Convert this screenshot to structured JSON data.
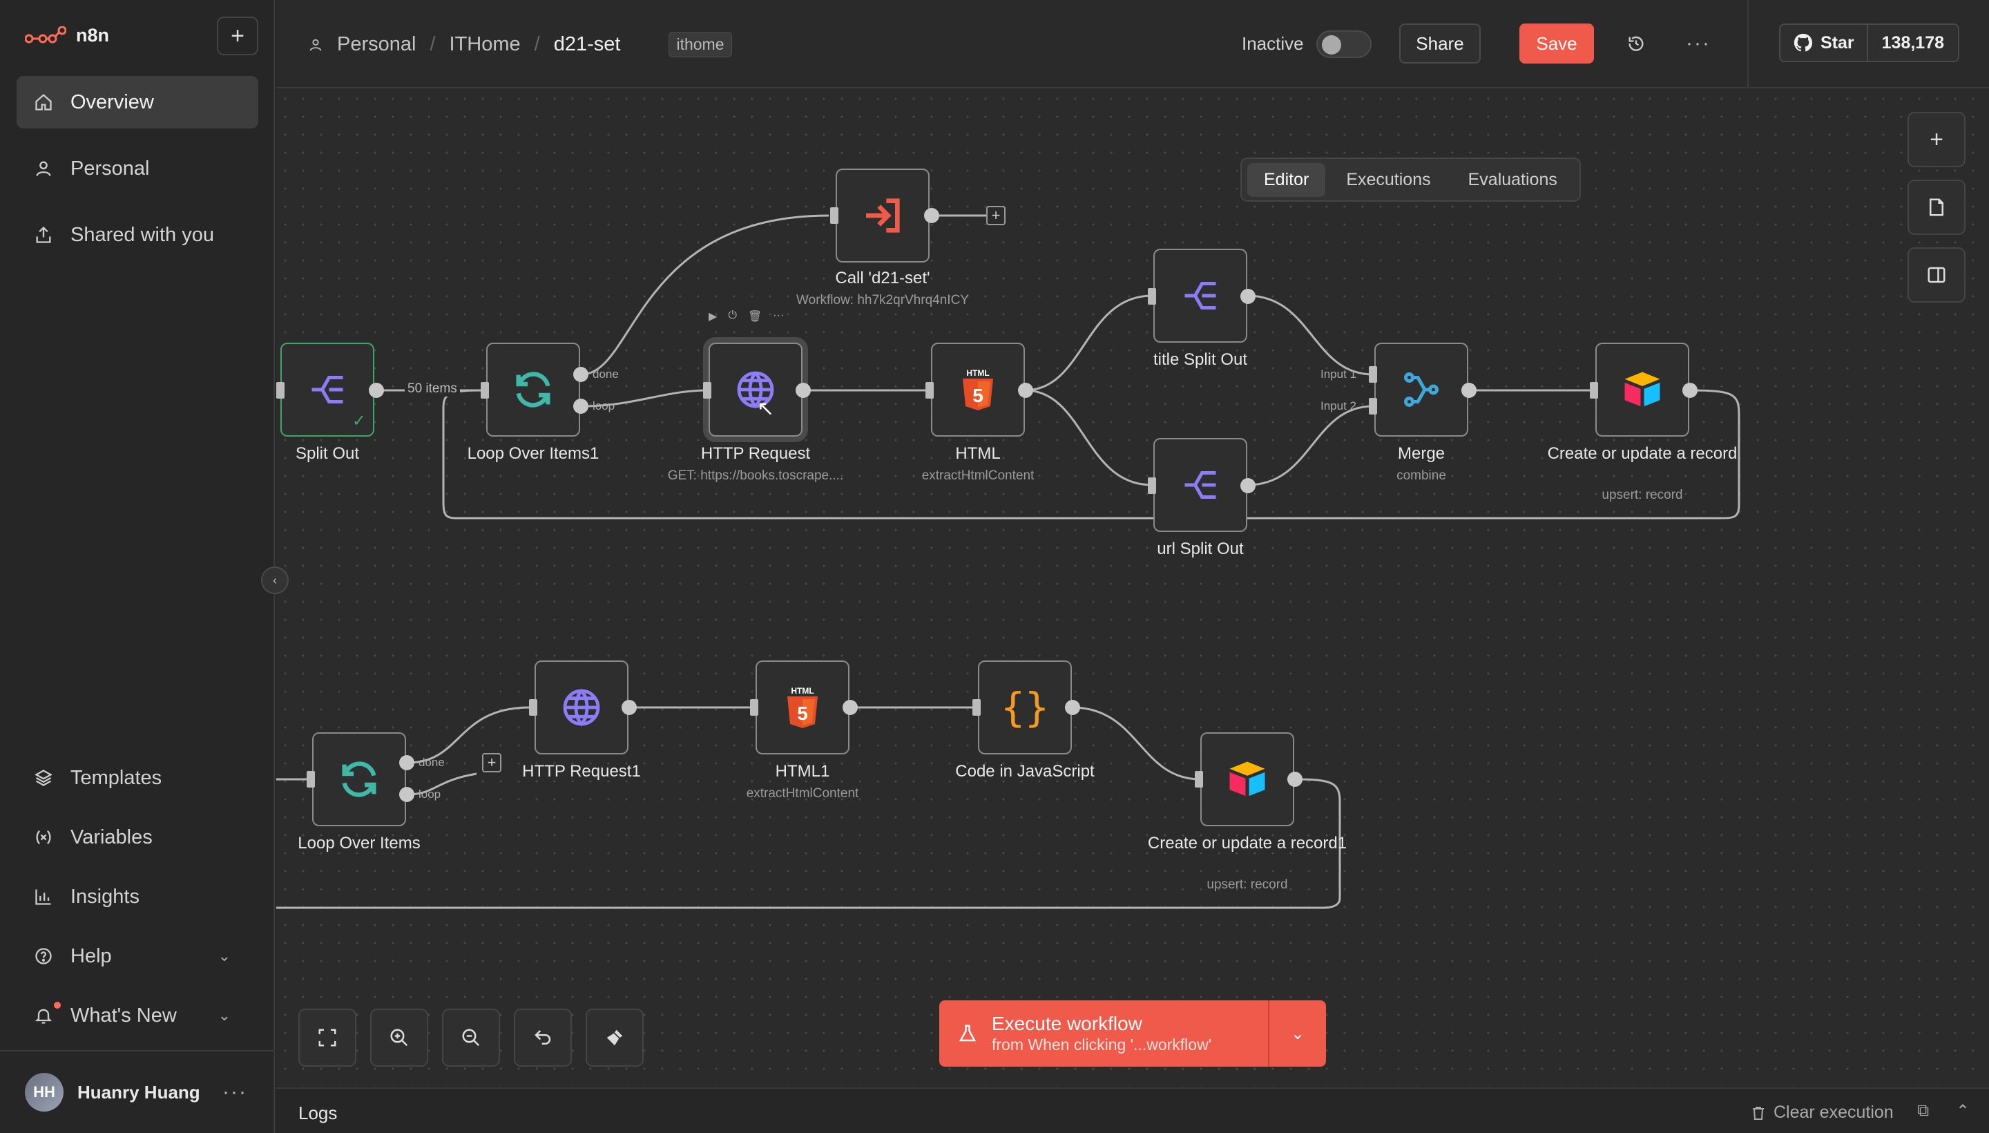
{
  "app": {
    "name": "n8n"
  },
  "sidebar": {
    "new_label": "+",
    "top_items": [
      {
        "label": "Overview",
        "icon": "home-icon"
      },
      {
        "label": "Personal",
        "icon": "user-icon"
      },
      {
        "label": "Shared with you",
        "icon": "share-icon"
      }
    ],
    "bottom_items": [
      {
        "label": "Templates",
        "icon": "templates-icon"
      },
      {
        "label": "Variables",
        "icon": "variables-icon"
      },
      {
        "label": "Insights",
        "icon": "insights-icon"
      },
      {
        "label": "Help",
        "icon": "help-icon"
      },
      {
        "label": "What's New",
        "icon": "bell-icon"
      }
    ],
    "user": {
      "initials": "HH",
      "name": "Huanry Huang"
    }
  },
  "header": {
    "breadcrumb": [
      "Personal",
      "ITHome",
      "d21-set"
    ],
    "tag": "ithome",
    "status_label": "Inactive",
    "share_label": "Share",
    "save_label": "Save",
    "github_star_label": "Star",
    "github_star_count": "138,178"
  },
  "tabs": [
    "Editor",
    "Executions",
    "Evaluations"
  ],
  "nodes": {
    "call": {
      "label": "Call 'd21-set'",
      "sub": "Workflow: hh7k2qrVhrq4nICY"
    },
    "split_out": {
      "label": "Split Out"
    },
    "loop1": {
      "label": "Loop Over Items1"
    },
    "http": {
      "label": "HTTP Request",
      "sub": "GET: https://books.toscrape...."
    },
    "html": {
      "label": "HTML",
      "sub": "extractHtmlContent"
    },
    "title_split": {
      "label": "title Split Out"
    },
    "url_split": {
      "label": "url Split Out"
    },
    "merge": {
      "label": "Merge",
      "sub": "combine"
    },
    "record": {
      "label": "Create or update a record",
      "sub": "upsert: record"
    },
    "loop": {
      "label": "Loop Over Items"
    },
    "http1": {
      "label": "HTTP Request1"
    },
    "html1": {
      "label": "HTML1",
      "sub": "extractHtmlContent"
    },
    "code": {
      "label": "Code in JavaScript"
    },
    "record1": {
      "label": "Create or update a record1",
      "sub": "upsert: record"
    }
  },
  "edge_labels": {
    "items": "50 items",
    "done": "done",
    "loop": "loop",
    "input1": "Input 1",
    "input2": "Input 2"
  },
  "execute": {
    "title": "Execute workflow",
    "sub": "from When clicking '...workflow'"
  },
  "logs": {
    "title": "Logs",
    "clear_label": "Clear execution"
  },
  "colors": {
    "accent": "#ef5a4b",
    "success": "#3fa66a",
    "purple": "#7b6cf6",
    "teal": "#3fb8a8"
  }
}
